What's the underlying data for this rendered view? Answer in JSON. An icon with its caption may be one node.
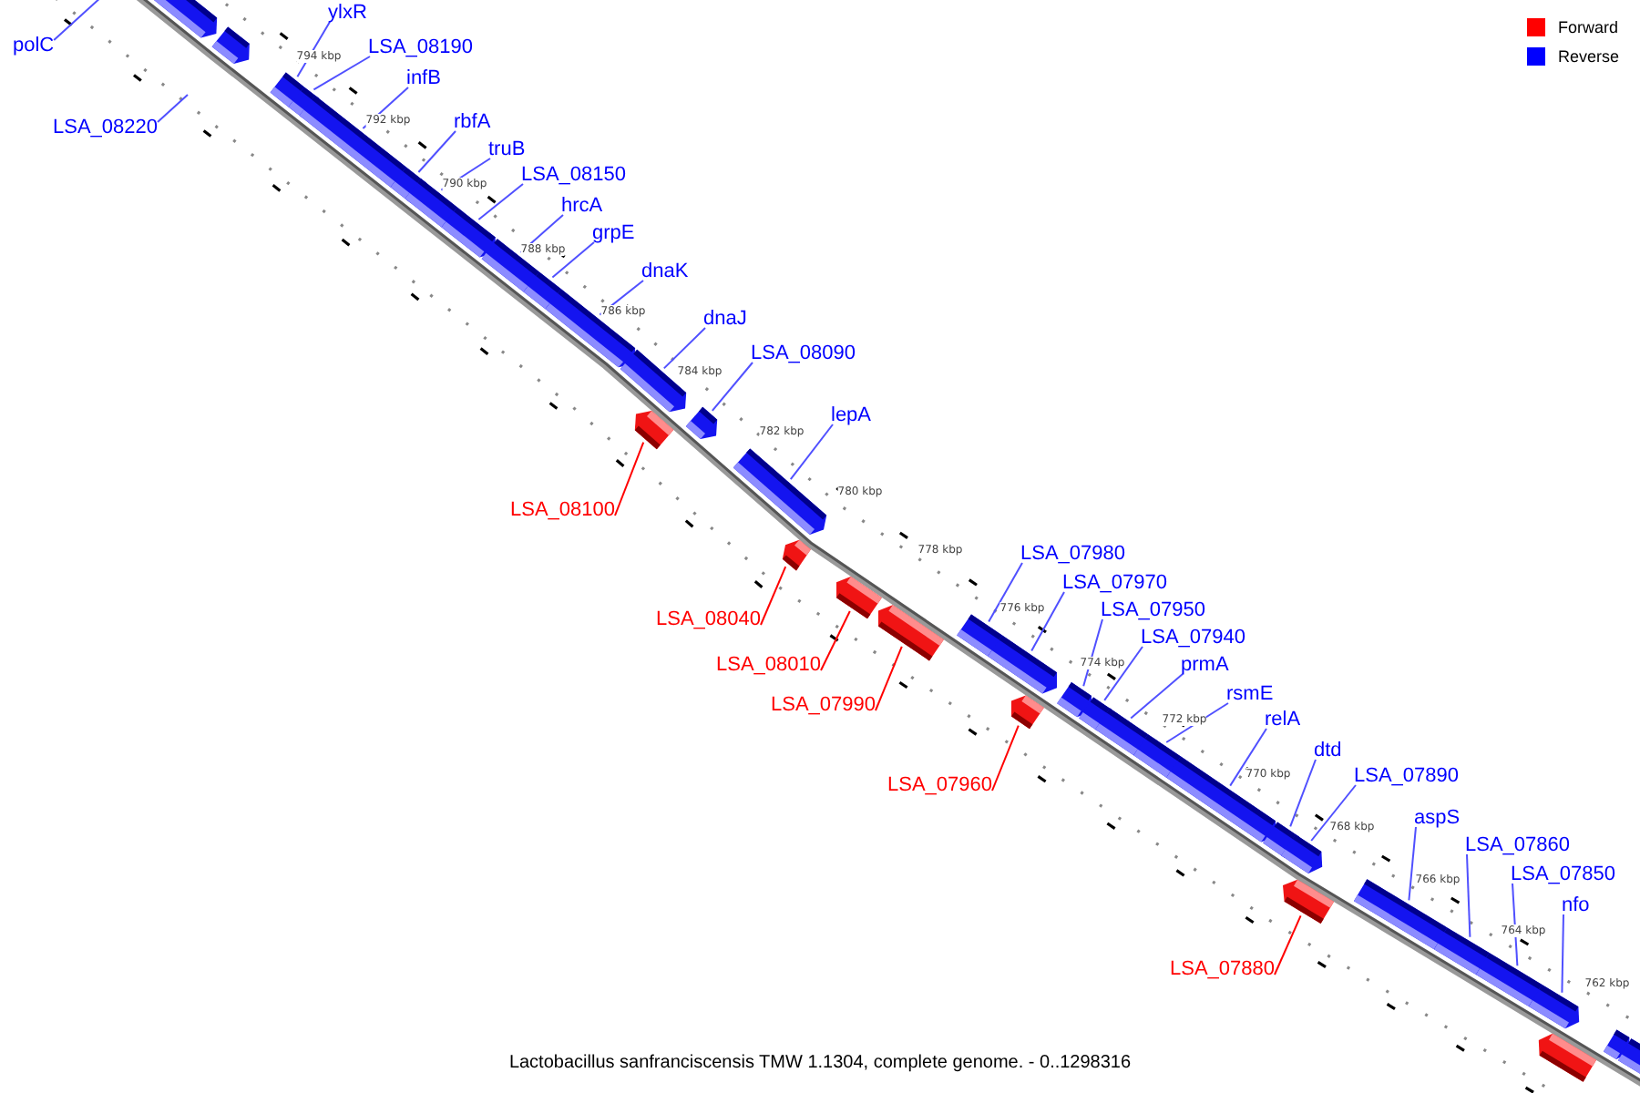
{
  "diagram": {
    "caption": "Lactobacillus sanfranciscensis TMW 1.1304, complete genome. - 0..1298316",
    "nodes": [
      {
        "text": [
          "polC"
        ]
      },
      {
        "text": [
          "LSA_08220"
        ]
      },
      {
        "text": [
          "ylxR"
        ]
      },
      {
        "text": [
          "LSA_08190"
        ]
      },
      {
        "text": [
          "infB"
        ]
      },
      {
        "text": [
          "rbfA"
        ]
      },
      {
        "text": [
          "truB"
        ]
      },
      {
        "text": [
          "LSA_08150"
        ]
      },
      {
        "text": [
          "hrcA"
        ]
      },
      {
        "text": [
          "grpE"
        ]
      },
      {
        "text": [
          "dnaK"
        ]
      },
      {
        "text": [
          "dnaJ"
        ]
      },
      {
        "text": [
          "LSA_08090"
        ]
      },
      {
        "text": [
          "lepA"
        ]
      },
      {
        "text": [
          "LSA_08100"
        ]
      },
      {
        "text": [
          "LSA_08040"
        ]
      },
      {
        "text": [
          "LSA_08010"
        ]
      },
      {
        "text": [
          "LSA_07990"
        ]
      },
      {
        "text": [
          "LSA_07960"
        ]
      },
      {
        "text": [
          "LSA_07980"
        ]
      },
      {
        "text": [
          "LSA_07970"
        ]
      },
      {
        "text": [
          "LSA_07950"
        ]
      },
      {
        "text": [
          "LSA_07940"
        ]
      },
      {
        "text": [
          "prmA"
        ]
      },
      {
        "text": [
          "rsmE"
        ]
      },
      {
        "text": [
          "relA"
        ]
      },
      {
        "text": [
          "dtd"
        ]
      },
      {
        "text": [
          "LSA_07890"
        ]
      },
      {
        "text": [
          "aspS"
        ]
      },
      {
        "text": [
          "LSA_07860"
        ]
      },
      {
        "text": [
          "LSA_07850"
        ]
      },
      {
        "text": [
          "nfo"
        ]
      },
      {
        "text": [
          "LSA_07880"
        ]
      },
      {
        "text": [],
        "shape": "bar"
      },
      {
        "text": [],
        "shape": "bar"
      },
      {
        "text": [],
        "shape": "bar"
      },
      {
        "text": [],
        "shape": "bar"
      },
      {
        "text": [],
        "shape": "bar"
      },
      {
        "text": [],
        "shape": "bar"
      },
      {
        "text": [],
        "shape": "bar"
      },
      {
        "text": [],
        "shape": "bar"
      },
      {
        "text": [],
        "shape": "bar"
      },
      {
        "text": [],
        "shape": "bar"
      },
      {
        "text": [],
        "shape": "bar"
      },
      {
        "text": [],
        "shape": "bar"
      },
      {
        "text": [],
        "shape": "bar"
      },
      {
        "text": [],
        "shape": "bar"
      },
      {
        "text": [],
        "shape": "bar"
      },
      {
        "text": [],
        "shape": "bar"
      },
      {
        "text": [],
        "shape": "bar"
      },
      {
        "text": [],
        "shape": "bar"
      },
      {
        "text": [],
        "shape": "bar"
      },
      {
        "text": [],
        "shape": "bar"
      },
      {
        "text": [],
        "shape": "bar"
      },
      {
        "text": [],
        "shape": "bar"
      },
      {
        "text": [],
        "shape": "bar"
      },
      {
        "text": [],
        "shape": "bar"
      },
      {
        "text": [],
        "shape": "bar"
      },
      {
        "text": [],
        "shape": "bar"
      },
      {
        "text": [],
        "shape": "bar"
      },
      {
        "text": [],
        "shape": "bar"
      },
      {
        "text": [],
        "shape": "bar"
      },
      {
        "text": [],
        "shape": "bar"
      },
      {
        "text": [],
        "shape": "bar"
      },
      {
        "text": [],
        "shape": "bar"
      },
      {
        "text": [],
        "shape": "bar"
      },
      {
        "text": [],
        "shape": "bar"
      },
      {
        "text": [],
        "shape": "bar"
      },
      {
        "text": [],
        "shape": "bar"
      }
    ],
    "edges": [
      {
        "from": 0,
        "to": null,
        "arrow": "none"
      },
      {
        "from": 1,
        "to": null,
        "arrow": "none"
      },
      {
        "from": 2,
        "to": 35,
        "arrow": "none"
      },
      {
        "from": 3,
        "to": 36,
        "arrow": "none"
      },
      {
        "from": 4,
        "to": 37,
        "arrow": "none"
      },
      {
        "from": 5,
        "to": 38,
        "arrow": "none"
      },
      {
        "from": 6,
        "to": 39,
        "arrow": "none"
      },
      {
        "from": 7,
        "to": 40,
        "arrow": "none"
      },
      {
        "from": 8,
        "to": 41,
        "arrow": "none"
      },
      {
        "from": 9,
        "to": 42,
        "arrow": "none"
      },
      {
        "from": 10,
        "to": 43,
        "arrow": "none"
      },
      {
        "from": 11,
        "to": 44,
        "arrow": "none"
      },
      {
        "from": 12,
        "to": 45,
        "arrow": "none"
      },
      {
        "from": 13,
        "to": 47,
        "arrow": "none"
      },
      {
        "from": 14,
        "to": 46,
        "arrow": "none",
        "color": "#ff0000"
      },
      {
        "from": 15,
        "to": 48,
        "arrow": "none",
        "color": "#ff0000"
      },
      {
        "from": 16,
        "to": 49,
        "arrow": "none",
        "color": "#ff0000"
      },
      {
        "from": 17,
        "to": 50,
        "arrow": "none",
        "color": "#ff0000"
      },
      {
        "from": 18,
        "to": 54,
        "arrow": "none",
        "color": "#ff0000"
      },
      {
        "from": 19,
        "to": 51,
        "arrow": "none"
      },
      {
        "from": 20,
        "to": 52,
        "arrow": "none"
      },
      {
        "from": 21,
        "to": 53,
        "arrow": "none"
      },
      {
        "from": 22,
        "to": 55,
        "arrow": "none"
      },
      {
        "from": 23,
        "to": 56,
        "arrow": "none"
      },
      {
        "from": 24,
        "to": 57,
        "arrow": "none"
      },
      {
        "from": 25,
        "to": 58,
        "arrow": "none"
      },
      {
        "from": 26,
        "to": 59,
        "arrow": "none"
      },
      {
        "from": 27,
        "to": 60,
        "arrow": "none"
      },
      {
        "from": 28,
        "to": 62,
        "arrow": "none"
      },
      {
        "from": 29,
        "to": 63,
        "arrow": "none"
      },
      {
        "from": 30,
        "to": 64,
        "arrow": "none"
      },
      {
        "from": 31,
        "to": 65,
        "arrow": "none"
      },
      {
        "from": 32,
        "to": 61,
        "arrow": "none",
        "color": "#ff0000"
      }
    ],
    "labels": [
      "794 kbp",
      "792 kbp",
      "790 kbp",
      "788 kbp",
      "786 kbp",
      "784 kbp",
      "782 kbp",
      "780 kbp",
      "778 kbp",
      "776 kbp",
      "774 kbp",
      "772 kbp",
      "770 kbp",
      "768 kbp",
      "766 kbp",
      "764 kbp",
      "762 kbp"
    ],
    "legend": [
      {
        "text": "Forward",
        "color": "#ff0000"
      },
      {
        "text": "Reverse",
        "color": "#0000ff"
      }
    ]
  }
}
